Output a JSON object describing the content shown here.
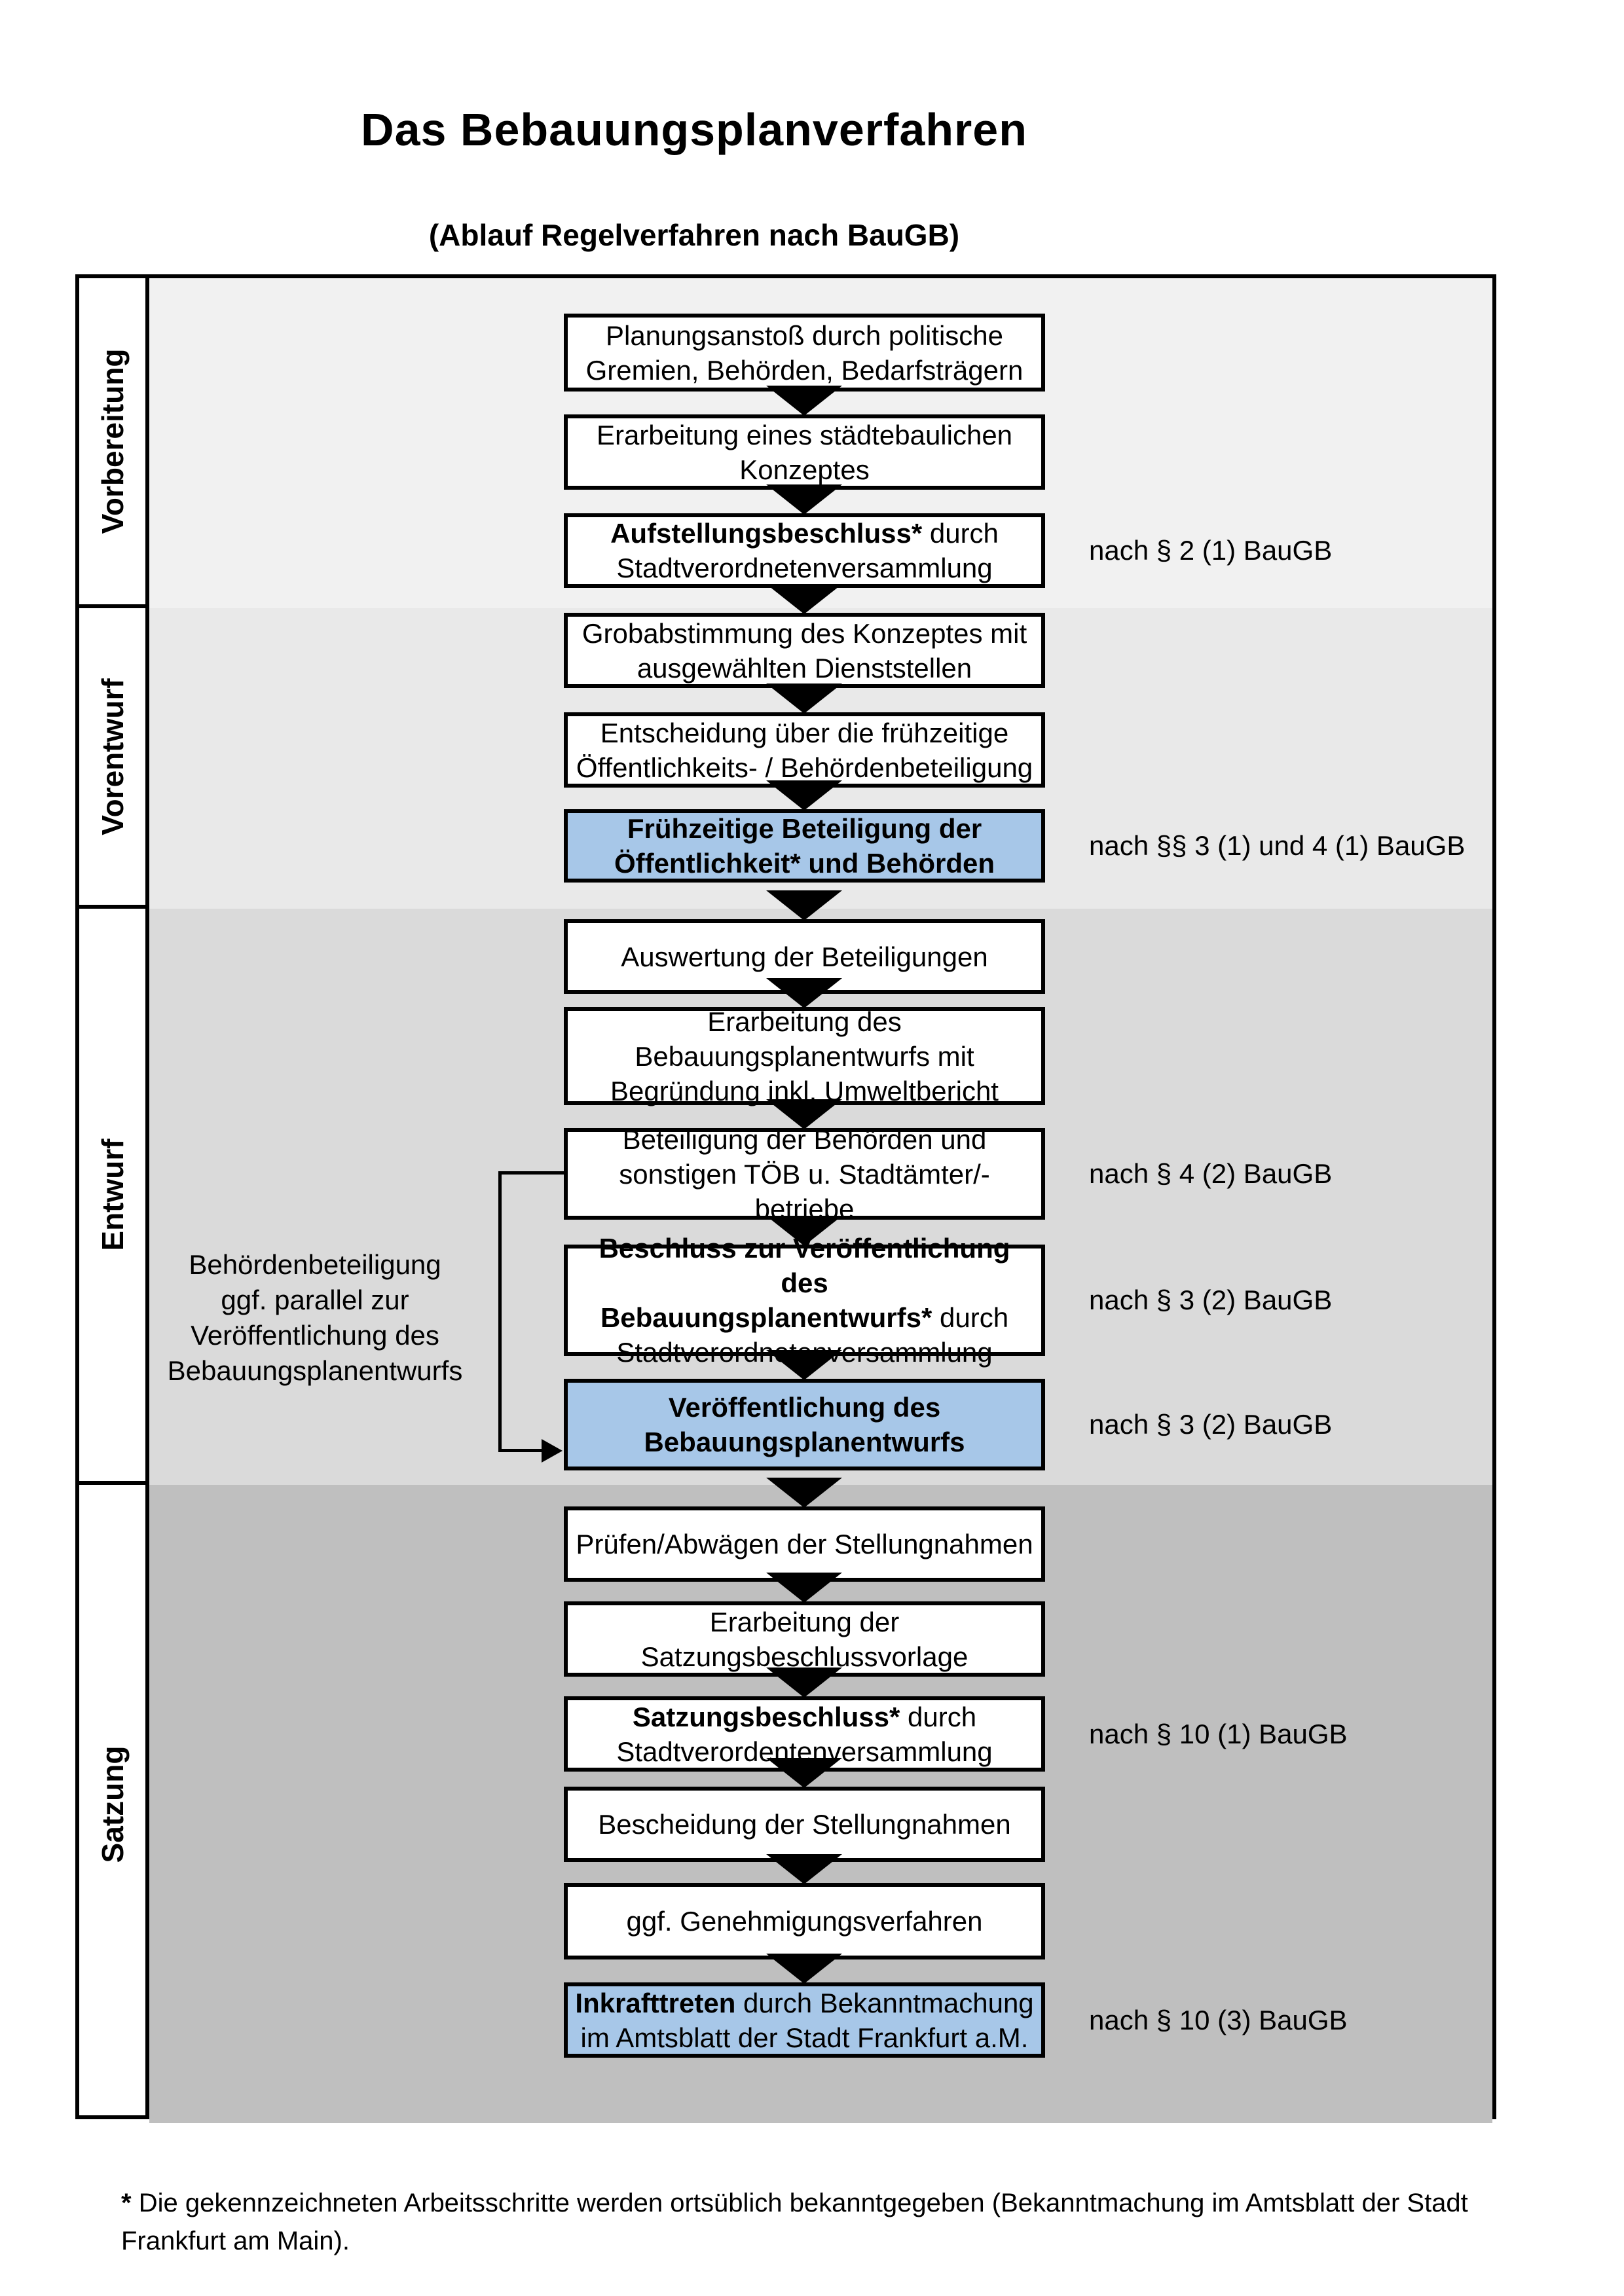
{
  "title": "Das Bebauungsplanverfahren",
  "subtitle": "(Ablauf Regelverfahren nach BauGB)",
  "colors": {
    "highlight_blue": "#a7c7e8",
    "band_vorbereitung": "#f1f1f1",
    "band_vorentwurf": "#e9e9e9",
    "band_entwurf": "#dadada",
    "band_satzung": "#bfbfbf",
    "line_black": "#000000"
  },
  "sections": [
    {
      "id": "vorbereitung",
      "label": "Vorbereitung"
    },
    {
      "id": "vorentwurf",
      "label": "Vorentwurf"
    },
    {
      "id": "entwurf",
      "label": "Entwurf"
    },
    {
      "id": "satzung",
      "label": "Satzung"
    }
  ],
  "steps": [
    {
      "segments": [
        {
          "text": "Planungsanstoß durch politische\nGremien, Behörden, Bedarfsträgern"
        }
      ]
    },
    {
      "segments": [
        {
          "text": "Erarbeitung eines städtebaulichen\nKonzeptes"
        }
      ]
    },
    {
      "segments": [
        {
          "text": "Aufstellungsbeschluss*",
          "bold": true
        },
        {
          "text": " durch\nStadtverordnetenversammlung"
        }
      ],
      "ref": "nach § 2 (1) BauGB"
    },
    {
      "segments": [
        {
          "text": "Grobabstimmung des Konzeptes mit\nausgewählten Dienststellen"
        }
      ]
    },
    {
      "segments": [
        {
          "text": "Entscheidung über die frühzeitige\nÖffentlichkeits- / Behördenbeteiligung"
        }
      ]
    },
    {
      "highlight": true,
      "segments": [
        {
          "text": "Frühzeitige Beteiligung der\nÖffentlichkeit* und Behörden",
          "bold": true
        }
      ],
      "ref": "nach §§ 3 (1) und 4 (1) BauGB"
    },
    {
      "segments": [
        {
          "text": "Auswertung der Beteiligungen"
        }
      ]
    },
    {
      "segments": [
        {
          "text": "Erarbeitung des\nBebauungsplanentwurfs mit\nBegründung inkl. Umweltbericht"
        }
      ]
    },
    {
      "segments": [
        {
          "text": "Beteiligung der Behörden und\nsonstigen TÖB u. Stadtämter/-betriebe"
        }
      ],
      "ref": "nach § 4 (2) BauGB"
    },
    {
      "segments": [
        {
          "text": "Beschluss zur Veröffentlichung des\nBebauungsplanentwurfs*",
          "bold": true
        },
        {
          "text": " durch\nStadtverordnetenversammlung"
        }
      ],
      "ref": "nach § 3 (2) BauGB"
    },
    {
      "highlight": true,
      "segments": [
        {
          "text": "Veröffentlichung des\nBebauungsplanentwurfs",
          "bold": true
        }
      ],
      "ref": "nach § 3 (2) BauGB"
    },
    {
      "segments": [
        {
          "text": "Prüfen/Abwägen der Stellungnahmen"
        }
      ]
    },
    {
      "segments": [
        {
          "text": "Erarbeitung der\nSatzungsbeschlussvorlage"
        }
      ]
    },
    {
      "segments": [
        {
          "text": "Satzungsbeschluss*",
          "bold": true
        },
        {
          "text": " durch\nStadtverordentenversammlung"
        }
      ],
      "ref": "nach § 10 (1) BauGB"
    },
    {
      "segments": [
        {
          "text": "Bescheidung der Stellungnahmen"
        }
      ]
    },
    {
      "segments": [
        {
          "text": "ggf. Genehmigungsverfahren"
        }
      ]
    },
    {
      "highlight": true,
      "segments": [
        {
          "text": "Inkrafttreten",
          "bold": true
        },
        {
          "text": " durch Bekanntmachung\nim Amtsblatt der Stadt Frankfurt a.M."
        }
      ],
      "ref": "nach § 10 (3) BauGB"
    }
  ],
  "side_note": {
    "text": "Behördenbeteiligung\nggf. parallel zur\nVeröffentlichung des\nBebauungsplanentwurfs"
  },
  "footnote": {
    "marker": "*",
    "text": " Die gekennzeichneten Arbeitsschritte werden ortsüblich bekanntgegeben (Bekanntmachung im Amtsblatt  der Stadt\nFrankfurt am Main)."
  }
}
